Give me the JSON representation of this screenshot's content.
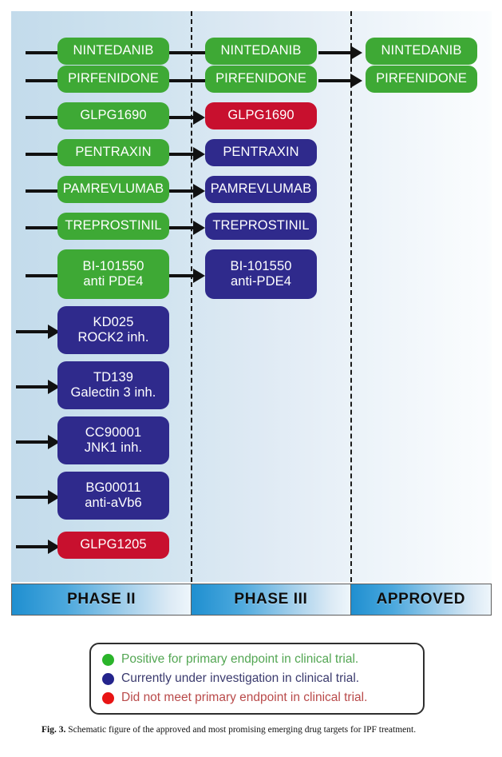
{
  "figure": {
    "caption_label": "Fig. 3.",
    "caption_text": "Schematic figure of the approved and most promising emerging drug targets for IPF treatment."
  },
  "colors": {
    "green": "#3ea935",
    "blue": "#2f2a8c",
    "red": "#c8102e",
    "background_left": "#c3dbeb",
    "background_right": "#fbfdfe",
    "phase_bar_blue": "#1f8fd0",
    "arrow": "#111111"
  },
  "phases": [
    {
      "label": "PHASE II"
    },
    {
      "label": "PHASE III"
    },
    {
      "label": "APPROVED"
    }
  ],
  "columns": [
    {
      "name": "phase-ii",
      "nodes": [
        {
          "line1": "NINTEDANIB",
          "line2": "",
          "status": "green"
        },
        {
          "line1": "PIRFENIDONE",
          "line2": "",
          "status": "green"
        },
        {
          "line1": "GLPG1690",
          "line2": "",
          "status": "green"
        },
        {
          "line1": "PENTRAXIN",
          "line2": "",
          "status": "green"
        },
        {
          "line1": "PAMREVLUMAB",
          "line2": "",
          "status": "green"
        },
        {
          "line1": "TREPROSTINIL",
          "line2": "",
          "status": "green"
        },
        {
          "line1": "BI-101550",
          "line2": "anti PDE4",
          "status": "green"
        },
        {
          "line1": "KD025",
          "line2": "ROCK2 inh.",
          "status": "blue"
        },
        {
          "line1": "TD139",
          "line2": "Galectin 3 inh.",
          "status": "blue"
        },
        {
          "line1": "CC90001",
          "line2": "JNK1 inh.",
          "status": "blue"
        },
        {
          "line1": "BG00011",
          "line2": "anti-aVb6",
          "status": "blue"
        },
        {
          "line1": "GLPG1205",
          "line2": "",
          "status": "red"
        }
      ]
    },
    {
      "name": "phase-iii",
      "nodes": [
        {
          "line1": "NINTEDANIB",
          "line2": "",
          "status": "green"
        },
        {
          "line1": "PIRFENIDONE",
          "line2": "",
          "status": "green"
        },
        {
          "line1": "GLPG1690",
          "line2": "",
          "status": "red"
        },
        {
          "line1": "PENTRAXIN",
          "line2": "",
          "status": "blue"
        },
        {
          "line1": "PAMREVLUMAB",
          "line2": "",
          "status": "blue"
        },
        {
          "line1": "TREPROSTINIL",
          "line2": "",
          "status": "blue"
        },
        {
          "line1": "BI-101550",
          "line2": "anti-PDE4",
          "status": "blue"
        }
      ]
    },
    {
      "name": "approved",
      "nodes": [
        {
          "line1": "NINTEDANIB",
          "line2": "",
          "status": "green"
        },
        {
          "line1": "PIRFENIDONE",
          "line2": "",
          "status": "green"
        }
      ]
    }
  ],
  "legend": [
    {
      "status": "green",
      "text": "Positive for primary endpoint in clinical trial."
    },
    {
      "status": "blue",
      "text": "Currently under investigation in clinical trial."
    },
    {
      "status": "red",
      "text": "Did not meet primary endpoint in clinical trial."
    }
  ]
}
